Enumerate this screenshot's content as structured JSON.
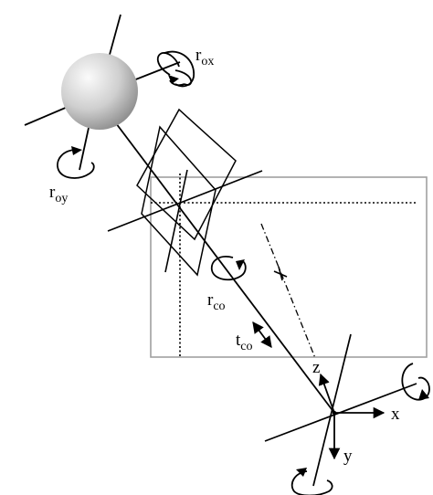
{
  "labels": {
    "r_ox": {
      "main": "r",
      "sub": "ox"
    },
    "r_oy": {
      "main": "r",
      "sub": "oy"
    },
    "r_co": {
      "main": "r",
      "sub": "co"
    },
    "t_co": {
      "main": "t",
      "sub": "co"
    },
    "axis_x": "x",
    "axis_y": "y",
    "axis_z": "z"
  },
  "colors": {
    "line": "#000000",
    "frame": "#a0a0a0",
    "sphere_light": "#f8f8f8",
    "sphere_dark": "#8a8a8a"
  }
}
